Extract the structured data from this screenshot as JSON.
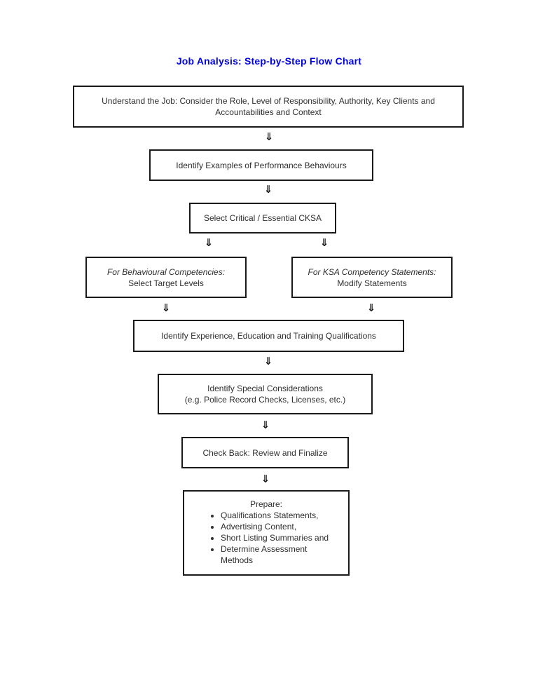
{
  "page": {
    "title": "Job Analysis: Step-by-Step Flow Chart",
    "title_color": "#0000e0",
    "background_color": "#ffffff",
    "box_border_color": "#1a1a1a"
  },
  "icons": {
    "down_arrow": "⇓"
  },
  "flow": {
    "understand_job": {
      "lines": [
        "Understand the Job: Consider the Role, Level of Responsibility, Authority, Key Clients and",
        "Accountabilities and Context"
      ]
    },
    "identify_examples": {
      "lines": [
        "Identify Examples of Performance Behaviours"
      ]
    },
    "select_cksa": {
      "lines": [
        "Select Critical / Essential CKSA"
      ]
    },
    "behavioural_competencies": {
      "lines": [
        "For Behavioural Competencies:",
        "Select Target Levels"
      ]
    },
    "ksa_statements": {
      "lines": [
        "For KSA Competency Statements:",
        "Modify Statements"
      ]
    },
    "identify_qualifications": {
      "lines": [
        "Identify Experience, Education and Training Qualifications"
      ]
    },
    "special_considerations": {
      "lines": [
        "Identify Special Considerations",
        "(e.g. Police Record Checks, Licenses, etc.)"
      ]
    },
    "check_back": {
      "lines": [
        "Check Back: Review and Finalize"
      ]
    },
    "prepare": {
      "heading": "Prepare:",
      "bullets": [
        "Qualifications Statements,",
        "Advertising Content,",
        "Short Listing Summaries and",
        "Determine Assessment Methods"
      ]
    }
  }
}
